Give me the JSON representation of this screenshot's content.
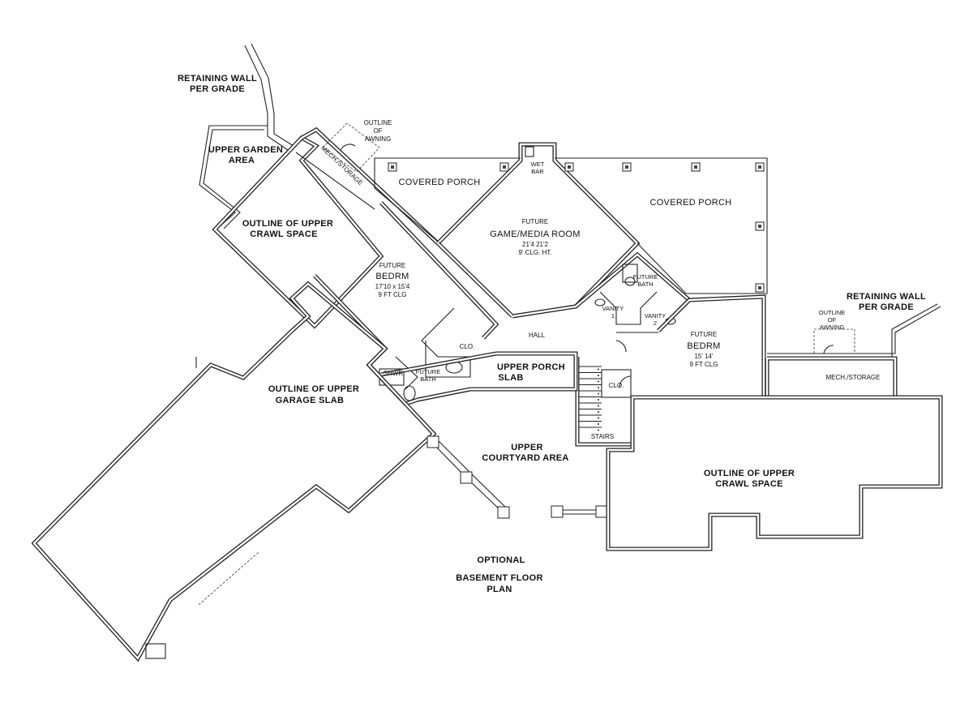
{
  "labels": {
    "retaining_wall_left": [
      "RETAINING WALL",
      "PER GRADE"
    ],
    "upper_garden": [
      "UPPER GARDEN",
      "AREA"
    ],
    "awning_left": [
      "OUTLINE",
      "OF",
      "AWNING"
    ],
    "mech_storage_left": "MECH./STORAGE",
    "crawl_left": [
      "OUTLINE OF UPPER",
      "CRAWL SPACE"
    ],
    "covered_porch_left": "COVERED PORCH",
    "wet_bar": [
      "WET",
      "BAR"
    ],
    "game_room": [
      "FUTURE",
      "GAME/MEDIA ROOM",
      "21'4  21'2",
      "9' CLG. HT."
    ],
    "covered_porch_right": "COVERED PORCH",
    "bedrm_left": [
      "FUTURE",
      "BEDRM",
      "17'10 x 15'4",
      "9 FT CLG"
    ],
    "future_bath_right": [
      "FUTURE",
      "BATH"
    ],
    "vanity_1": [
      "VANITY",
      "1"
    ],
    "vanity_2": [
      "VANITY",
      "2"
    ],
    "retaining_wall_right": [
      "RETAINING WALL",
      "PER GRADE"
    ],
    "awning_right": [
      "OUTLINE",
      "OF",
      "AWNING"
    ],
    "clo_left": "CLO.",
    "hall": "HALL",
    "bedrm_right": [
      "FUTURE",
      "BEDRM",
      "15'  14'",
      "9 FT CLG"
    ],
    "shwr": "SHWR",
    "future_bath_left": [
      "FUTURE",
      "BATH"
    ],
    "upper_porch_slab": [
      "UPPER PORCH",
      "SLAB"
    ],
    "clo_right": "CLO.",
    "mech_storage_right": "MECH./STORAGE",
    "garage_slab": [
      "OUTLINE OF UPPER",
      "GARAGE SLAB"
    ],
    "stairs": "STAIRS",
    "courtyard": [
      "UPPER",
      "COURTYARD AREA"
    ],
    "crawl_right": [
      "OUTLINE OF UPPER",
      "CRAWL SPACE"
    ],
    "optional": "OPTIONAL",
    "title": [
      "BASEMENT FLOOR",
      "PLAN"
    ]
  }
}
